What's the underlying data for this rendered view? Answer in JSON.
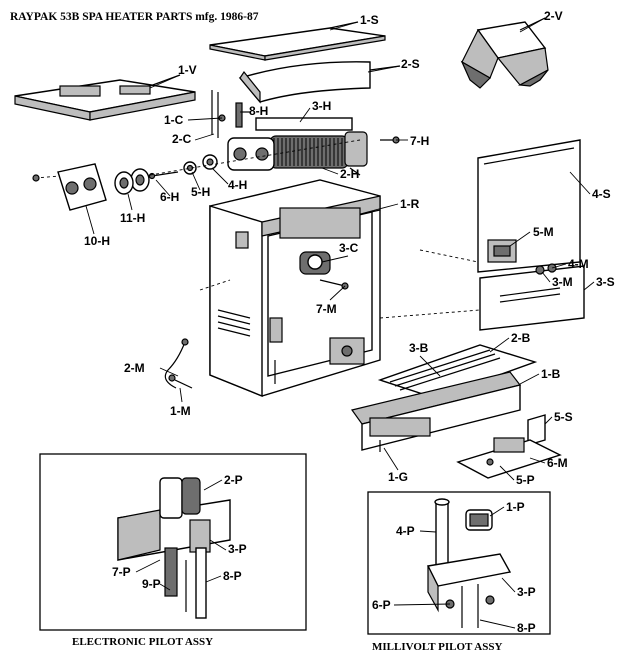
{
  "title": "RAYPAK 53B SPA HEATER PARTS mfg. 1986-87",
  "parts": {
    "p1S": "1-S",
    "p2V": "2-V",
    "p1V": "1-V",
    "p2S": "2-S",
    "p8H": "8-H",
    "p1C": "1-C",
    "p3H": "3-H",
    "p2C": "2-C",
    "p7H": "7-H",
    "p2H": "2-H",
    "p4H": "4-H",
    "p5H": "5-H",
    "p6H": "6-H",
    "p11H": "11-H",
    "p10H": "10-H",
    "p4S": "4-S",
    "p1R": "1-R",
    "p3C": "3-C",
    "p5M": "5-M",
    "p4M": "4-M",
    "p3M": "3-M",
    "p3S": "3-S",
    "p7M": "7-M",
    "p2B": "2-B",
    "p3B": "3-B",
    "p2M": "2-M",
    "p1B": "1-B",
    "p1M": "1-M",
    "p5S": "5-S",
    "p6M": "6-M",
    "p1G": "1-G",
    "p5P": "5-P",
    "p2P": "2-P",
    "p3Pe": "3-P",
    "p7P": "7-P",
    "p9P": "9-P",
    "p8Pe": "8-P",
    "p1P": "1-P",
    "p4P": "4-P",
    "p6P": "6-P",
    "p3Pm": "3-P",
    "p8Pm": "8-P"
  },
  "captions": {
    "electronic": "ELECTRONIC PILOT ASSY",
    "millivolt": "MILLIVOLT  PILOT ASSY"
  }
}
